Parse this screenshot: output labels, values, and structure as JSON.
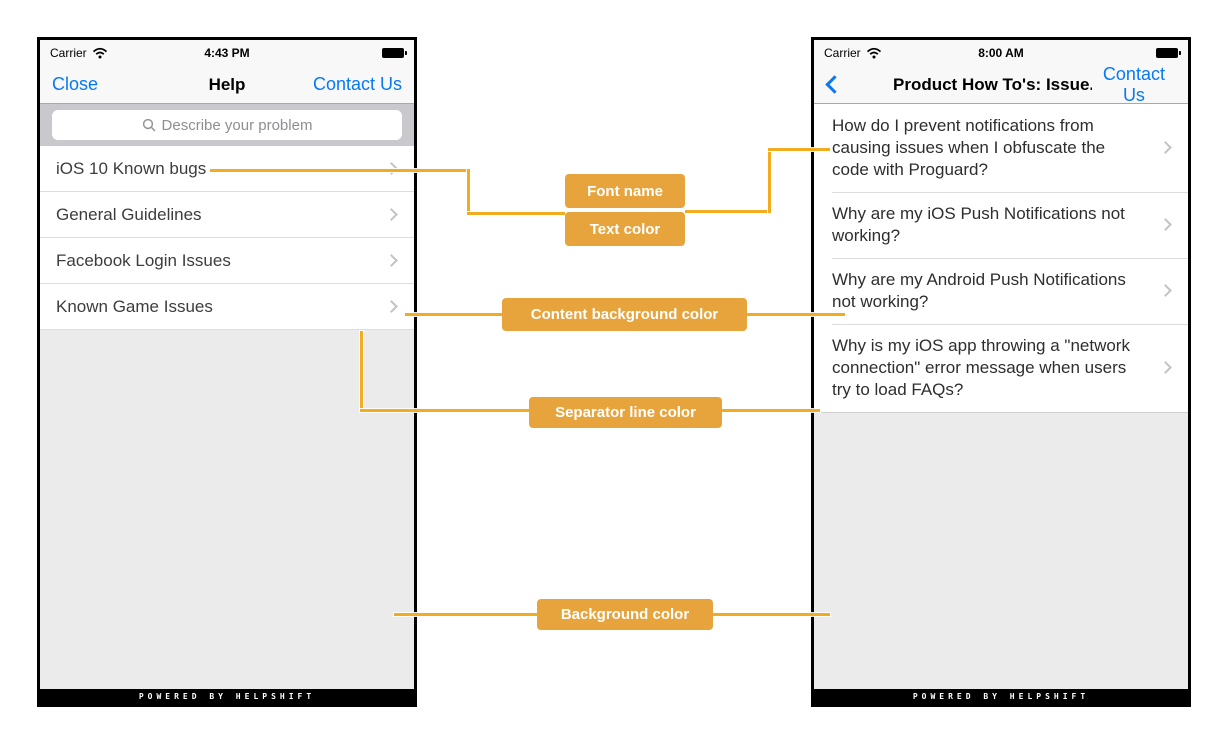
{
  "left_phone": {
    "status_bar": {
      "carrier": "Carrier",
      "time": "4:43 PM"
    },
    "nav_bar": {
      "close": "Close",
      "title": "Help",
      "contact": "Contact Us"
    },
    "search": {
      "placeholder": "Describe your problem"
    },
    "list_items": [
      {
        "label": "iOS 10 Known bugs"
      },
      {
        "label": "General Guidelines"
      },
      {
        "label": "Facebook Login Issues"
      },
      {
        "label": "Known Game Issues"
      }
    ],
    "footer": "POWERED BY HELPSHIFT"
  },
  "right_phone": {
    "status_bar": {
      "carrier": "Carrier",
      "time": "8:00 AM"
    },
    "nav_bar": {
      "title": "Product How To's: Issue...",
      "contact": "Contact Us"
    },
    "faq_items": [
      {
        "label": "How do I prevent notifications from causing issues when I obfuscate the code with Proguard?"
      },
      {
        "label": "Why are my iOS Push Notifications not working?"
      },
      {
        "label": "Why are my Android Push Notifications not working?"
      },
      {
        "label": "Why is my iOS app throwing a \"network connection\" error message when users try to load FAQs?"
      }
    ],
    "footer": "POWERED BY HELPSHIFT"
  },
  "annotations": {
    "font_name": "Font name",
    "text_color": "Text color",
    "content_background_color": "Content background color",
    "separator_line_color": "Separator line color",
    "background_color": "Background color"
  },
  "colors": {
    "badge_background": "#E8A43C",
    "connector_line": "#F1AD1F",
    "ios_blue": "#0779F5",
    "content_background": "#FFFFFF",
    "screen_background": "#EBEBEB",
    "separator_line": "#DCDCDC",
    "search_bar_background": "#C8C8CD",
    "nav_background": "#F8F8F8"
  }
}
